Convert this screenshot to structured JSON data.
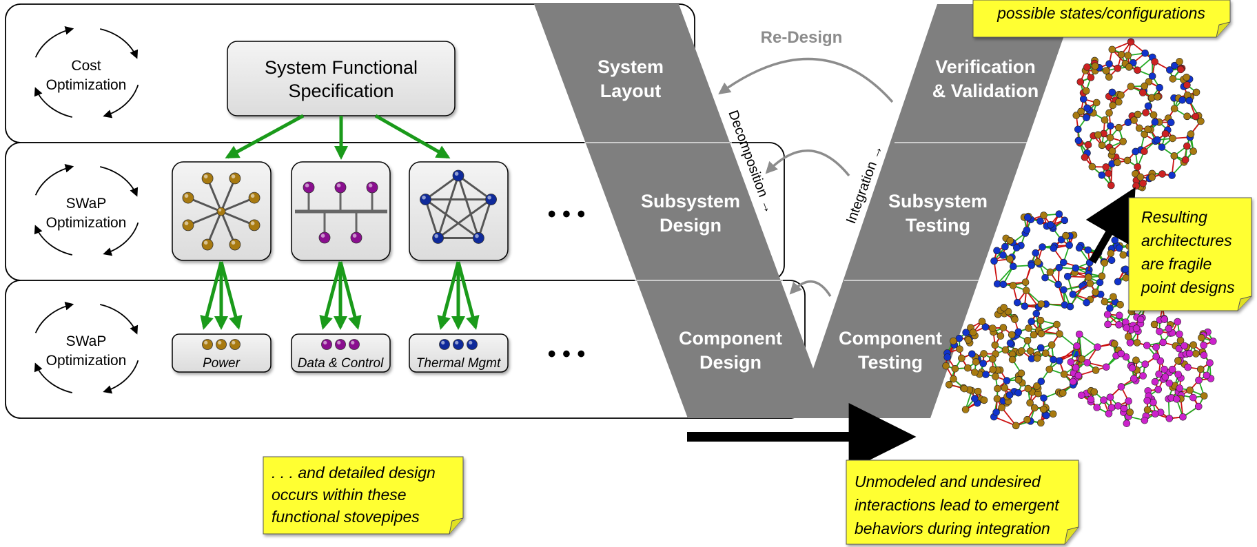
{
  "rows": [
    {
      "label_line1": "Cost",
      "label_line2": "Optimization"
    },
    {
      "label_line1": "SWaP",
      "label_line2": "Optimization"
    },
    {
      "label_line1": "SWaP",
      "label_line2": "Optimization"
    }
  ],
  "spec_box": {
    "line1": "System Functional",
    "line2": "Specification"
  },
  "topologies": [
    {
      "name": "star-topology",
      "color": "#a87a10"
    },
    {
      "name": "bus-topology",
      "color": "#8a0f8f"
    },
    {
      "name": "mesh-topology",
      "color": "#0f2a9a"
    }
  ],
  "components": [
    {
      "label": "Power",
      "color": "#a87a10"
    },
    {
      "label": "Data & Control",
      "color": "#8a0f8f"
    },
    {
      "label": "Thermal Mgmt",
      "color": "#0f2a9a"
    }
  ],
  "ellipsis": "• • •",
  "vee": {
    "left": [
      {
        "line1": "System",
        "line2": "Layout"
      },
      {
        "line1": "Subsystem",
        "line2": "Design"
      },
      {
        "line1": "Component",
        "line2": "Design"
      }
    ],
    "right": [
      {
        "line1": "Verification",
        "line2": "& Validation"
      },
      {
        "line1": "Subsystem",
        "line2": "Testing"
      },
      {
        "line1": "Component",
        "line2": "Testing"
      }
    ],
    "redesign": "Re-Design",
    "decomposition": "Decomposition →",
    "integration": "Integration →"
  },
  "notes": {
    "top_right": "possible states/configurations",
    "stovepipes": [
      ". . . and detailed design",
      "occurs within these",
      "functional stovepipes"
    ],
    "fragile": [
      "Resulting",
      "architectures",
      "are fragile",
      "point designs"
    ],
    "emergent": [
      "Unmodeled and undesired",
      "interactions lead to emergent",
      "behaviors during integration"
    ]
  },
  "colors": {
    "vee_gray": "#7f7f7f",
    "arrow_green": "#1a9a1a",
    "note_yellow": "#ffff33",
    "edge_red": "#cc1111",
    "edge_green": "#22aa22"
  }
}
